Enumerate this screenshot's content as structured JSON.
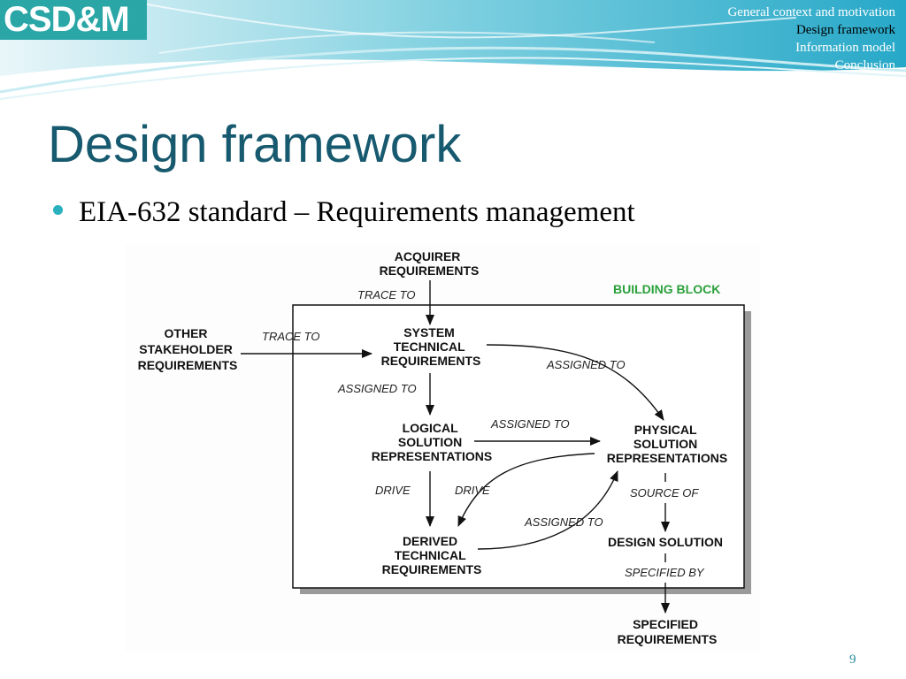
{
  "logo": {
    "text": "CSD&M"
  },
  "nav": {
    "items": [
      {
        "label": "General context and motivation",
        "active": false
      },
      {
        "label": "Design framework",
        "active": true
      },
      {
        "label": "Information model",
        "active": false
      },
      {
        "label": "Conclusion",
        "active": false
      }
    ]
  },
  "slide": {
    "title": "Design framework",
    "bullet": "EIA-632 standard – Requirements management",
    "page_number": "9"
  },
  "diagram": {
    "building_block_label": "BUILDING BLOCK",
    "nodes": {
      "acquirer": [
        "ACQUIRER",
        "REQUIREMENTS"
      ],
      "other": [
        "OTHER",
        "STAKEHOLDER",
        "REQUIREMENTS"
      ],
      "system": [
        "SYSTEM",
        "TECHNICAL",
        "REQUIREMENTS"
      ],
      "logical": [
        "LOGICAL",
        "SOLUTION",
        "REPRESENTATIONS"
      ],
      "physical": [
        "PHYSICAL",
        "SOLUTION",
        "REPRESENTATIONS"
      ],
      "derived": [
        "DERIVED",
        "TECHNICAL",
        "REQUIREMENTS"
      ],
      "design": [
        "DESIGN SOLUTION"
      ],
      "specified": [
        "SPECIFIED",
        "REQUIREMENTS"
      ]
    },
    "edges": {
      "trace_to_top": "TRACE TO",
      "trace_to_left": "TRACE TO",
      "assigned_to_system_physical": "ASSIGNED TO",
      "assigned_to_system_logical": "ASSIGNED TO",
      "assigned_to_logical_physical": "ASSIGNED TO",
      "drive_left": "DRIVE",
      "drive_right": "DRIVE",
      "assigned_to_derived_physical": "ASSIGNED TO",
      "source_of": "SOURCE OF",
      "specified_by": "SPECIFIED BY"
    }
  },
  "colors": {
    "title": "#17596e",
    "accent": "#2aa6a7",
    "bullet": "#2ab0bf",
    "building_block": "#2aa03a"
  }
}
